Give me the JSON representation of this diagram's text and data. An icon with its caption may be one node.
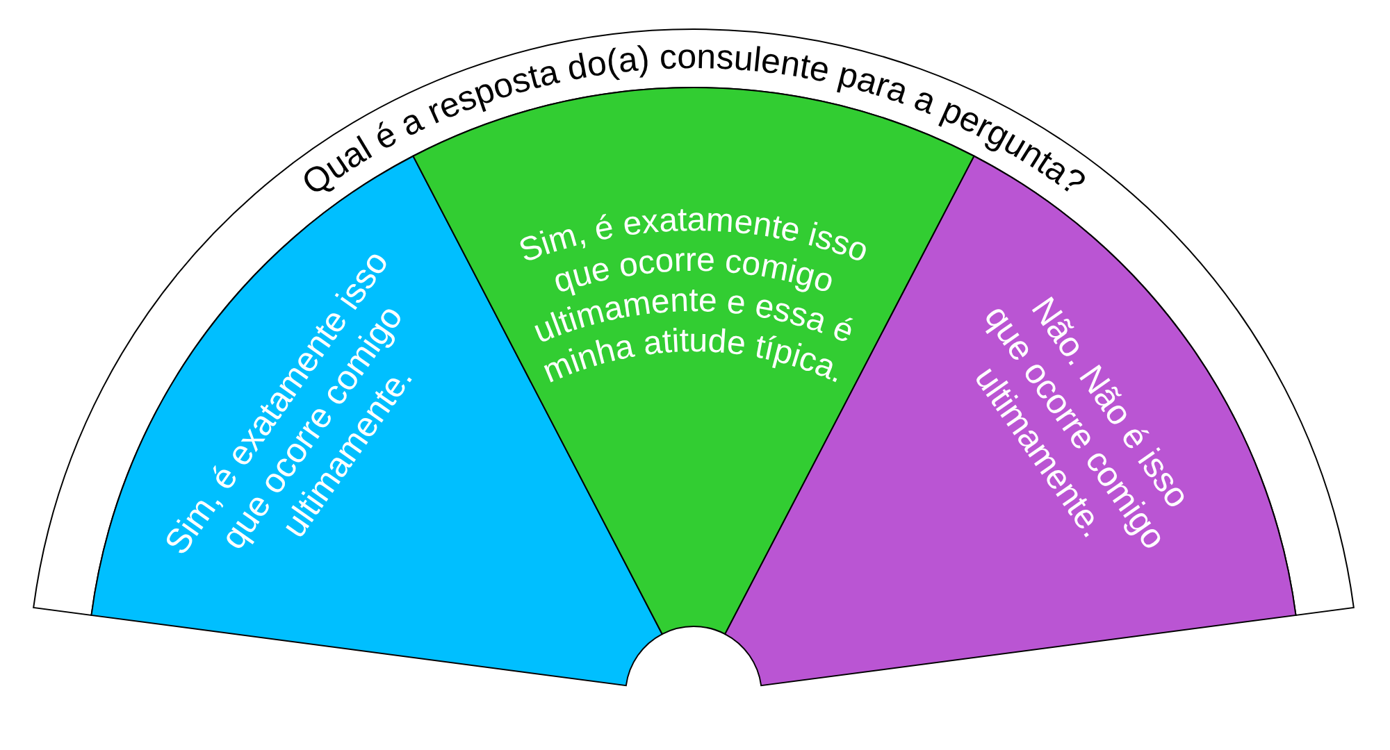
{
  "diagram": {
    "title": "Qual é a resposta do(a) consulente para a pergunta?",
    "nodes": [
      {
        "text": [
          "Sim, é exatamente isso que ocorre comigo ultimamente."
        ]
      },
      {
        "text": [
          "Sim, é exatamente isso que ocorre comigo ultimamente e essa é minha atitude típica."
        ]
      },
      {
        "text": [
          "Não. Não é isso que ocorre comigo ultimamente."
        ]
      }
    ]
  }
}
